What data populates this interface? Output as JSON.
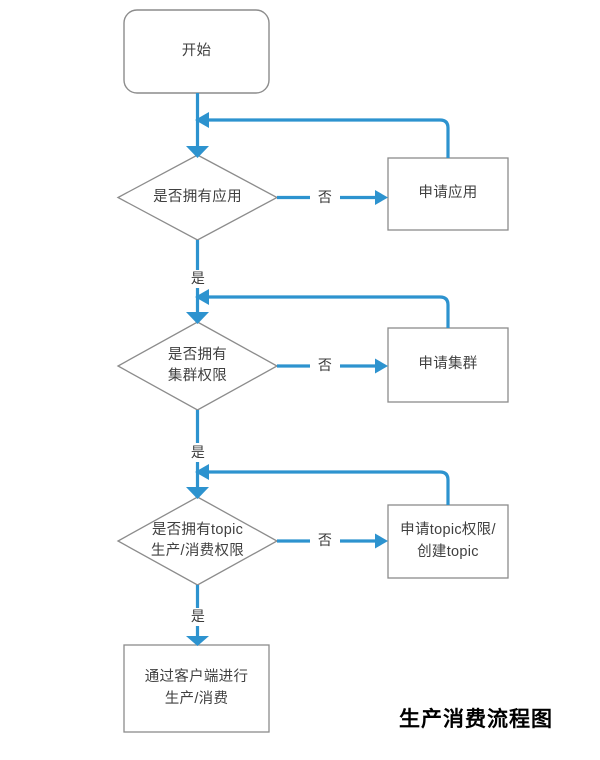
{
  "diagram": {
    "caption": "生产消费流程图",
    "colors": {
      "flow_line": "#2d93cf",
      "node_stroke": "#8c8c8c",
      "node_fill": "#ffffff",
      "node_text": "#404040",
      "caption_text": "#000000",
      "background": "#ffffff"
    },
    "nodes": [
      {
        "id": "start",
        "shape": "rounded-rectangle",
        "label": "开始"
      },
      {
        "id": "decision-app",
        "shape": "diamond",
        "label": "是否拥有应用"
      },
      {
        "id": "apply-app",
        "shape": "rectangle",
        "label": "申请应用"
      },
      {
        "id": "decision-cluster",
        "shape": "diamond",
        "label": "是否拥有\n集群权限"
      },
      {
        "id": "apply-cluster",
        "shape": "rectangle",
        "label": "申请集群"
      },
      {
        "id": "decision-topic",
        "shape": "diamond",
        "label": "是否拥有topic\n生产/消费权限"
      },
      {
        "id": "apply-topic",
        "shape": "rectangle",
        "label": "申请topic权限/\n创建topic"
      },
      {
        "id": "client-produce-consume",
        "shape": "rectangle",
        "label": "通过客户端进行\n生产/消费"
      }
    ],
    "edge_labels": {
      "yes_app": "是",
      "no_app": "否",
      "yes_cluster": "是",
      "no_cluster": "否",
      "yes_topic": "是",
      "no_topic": "否"
    }
  }
}
